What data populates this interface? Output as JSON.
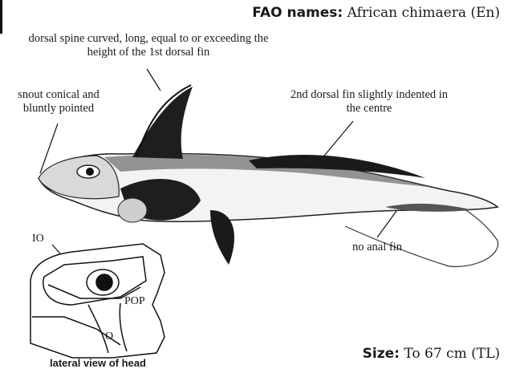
{
  "header": {
    "fao_label": "FAO names:",
    "fao_value": "African chimaera (En)"
  },
  "annotations": {
    "dorsal_spine": "dorsal spine curved, long, equal to or exceeding the height of the 1st dorsal fin",
    "snout": "snout conical and bluntly pointed",
    "second_dorsal": "2nd dorsal fin slightly indented in the centre",
    "anal_fin": "no anal fin"
  },
  "head_detail": {
    "io": "IO",
    "pop": "POP",
    "o": "O",
    "caption": "lateral view of head"
  },
  "size": {
    "label": "Size:",
    "value": "To 67 cm (TL)"
  }
}
